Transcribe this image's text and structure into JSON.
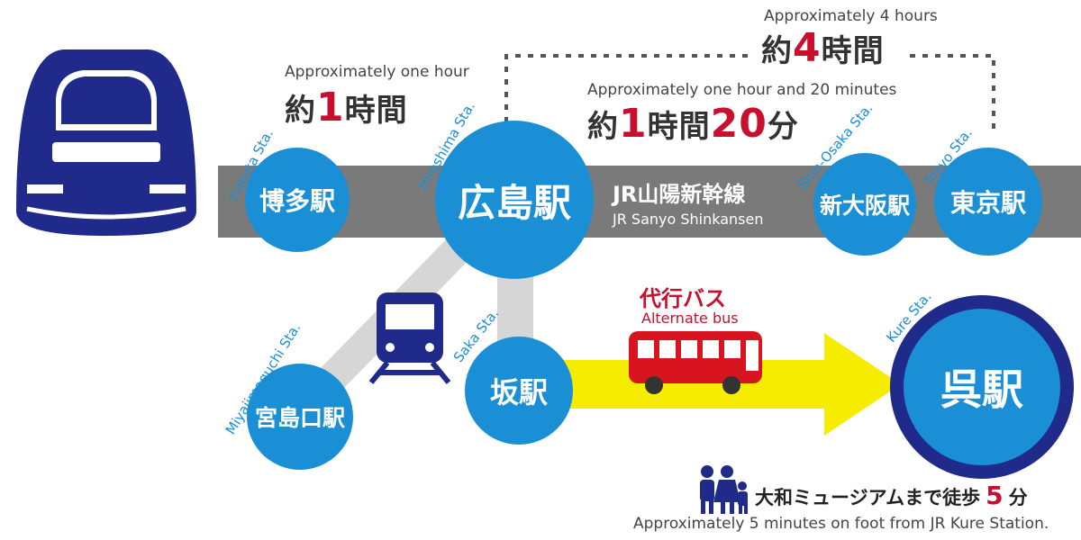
{
  "line": {
    "name_jp": "JR山陽新幹線",
    "name_en": "JR Sanyo Shinkansen"
  },
  "times": {
    "hakata_hiroshima": {
      "en": "Approximately one hour",
      "jp_pre": "約",
      "jp_num": "1",
      "jp_post": "時間"
    },
    "hiroshima_shinosaka": {
      "en": "Approximately one hour and 20 minutes",
      "jp_pre": "約",
      "jp_num": "1",
      "jp_mid": "時間",
      "jp_num2": "20",
      "jp_post": "分"
    },
    "hiroshima_tokyo": {
      "en": "Approximately 4 hours",
      "jp_pre": "約",
      "jp_num": "4",
      "jp_post": "時間"
    }
  },
  "stations": {
    "hakata": {
      "jp": "博多駅",
      "en": "Hakata Sta."
    },
    "hiroshima": {
      "jp": "広島駅",
      "en": "Hiroshima Sta."
    },
    "shinosaka": {
      "jp": "新大阪駅",
      "en": "Shin-Osaka Sta."
    },
    "tokyo": {
      "jp": "東京駅",
      "en": "Tokyo Sta."
    },
    "miyajimaguchi": {
      "jp": "宮島口駅",
      "en": "Miyajimaguchi Sta."
    },
    "saka": {
      "jp": "坂駅",
      "en": "Saka Sta."
    },
    "kure": {
      "jp": "呉駅",
      "en": "Kure Sta."
    }
  },
  "bus": {
    "jp": "代行バス",
    "en": "Alternate bus"
  },
  "walk": {
    "jp_pre": "大和ミュージアムまで徒歩",
    "jp_num": "5",
    "jp_post": "分",
    "en": "Approximately 5 minutes on foot from JR Kure Station."
  },
  "colors": {
    "station_blue": "#1a8fd6",
    "navy": "#1f2a8a",
    "red": "#c8102e",
    "yellow": "#f5ec00",
    "line_gray": "#7a7a7a",
    "branch_gray": "#d6d6d6"
  },
  "icons": {
    "shinkansen": "shinkansen-train-icon",
    "local_train": "local-train-icon",
    "bus": "bus-icon",
    "walk": "family-walking-icon"
  }
}
